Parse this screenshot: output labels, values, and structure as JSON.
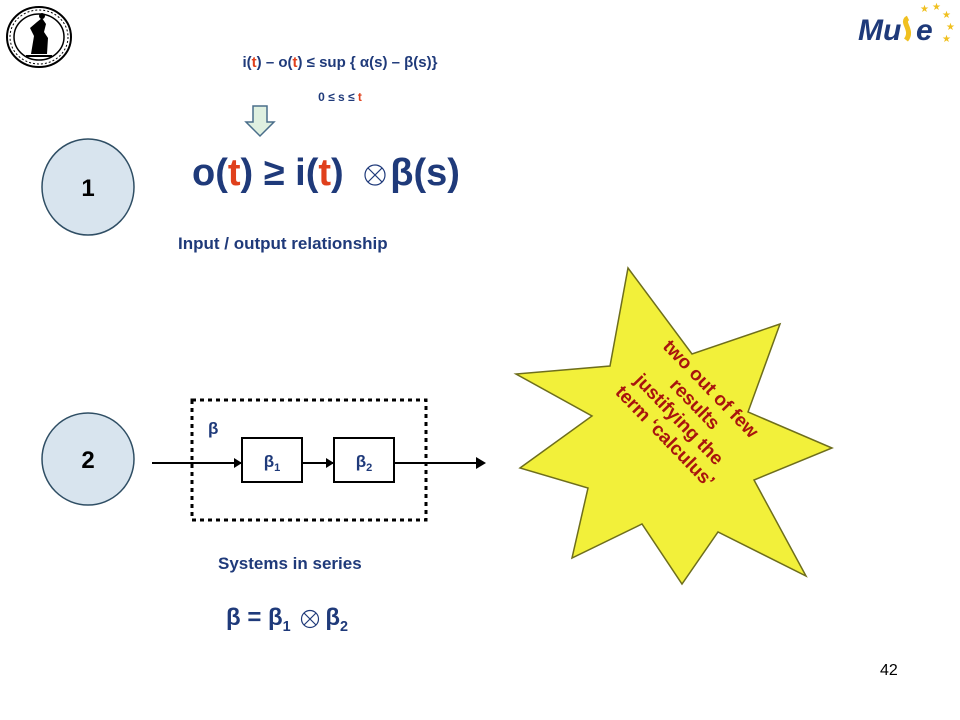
{
  "slide": {
    "page_number": "42",
    "logo_text": "Mu e",
    "formula_top": {
      "i": "i(",
      "t1": "t",
      "mid1": ") – o(",
      "t2": "t",
      "rest": ") ≤ sup { α(s) – β(s)}"
    },
    "formula_sub": {
      "prefix": "0 ≤ s ≤ ",
      "t": "t"
    },
    "main_formula": {
      "o_open": "o(",
      "t1": "t",
      "mid": ") ≥ i(",
      "t2": "t",
      "close": ")",
      "beta": "β(s)"
    },
    "caption1": "Input / output relationship",
    "caption2": "Systems in series",
    "circle1": "1",
    "circle2": "2",
    "diagram": {
      "outer_label": "β",
      "box1": "β",
      "box1_sub": "1",
      "box2": "β",
      "box2_sub": "2"
    },
    "bottom_formula": {
      "lhs": "β = β",
      "sub1": "1",
      "beta2": "β",
      "sub2": "2"
    },
    "starburst_text": [
      "two out of few",
      "results",
      "justifying the",
      "term ‘calculus’"
    ],
    "colors": {
      "navy": "#1f3a7a",
      "accent_red": "#e0401c",
      "circle_fill": "#d8e4ee",
      "starburst_fill": "#f2f03a",
      "starburst_text": "#a8140e"
    }
  }
}
